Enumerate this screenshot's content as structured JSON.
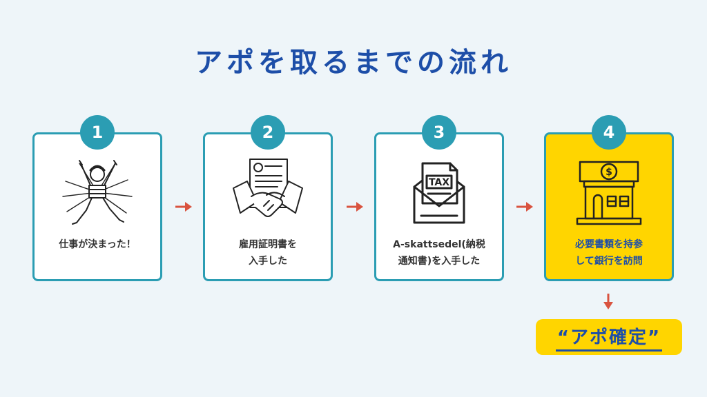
{
  "title": "アポを取るまでの流れ",
  "steps": [
    {
      "number": "1",
      "label": "仕事が決まった！",
      "icon": "jumping-person-icon"
    },
    {
      "number": "2",
      "label": "雇用証明書を\n入手した",
      "icon": "handshake-contract-icon"
    },
    {
      "number": "3",
      "label": "A-skattsedel(納税\n通知書)を入手した",
      "icon": "tax-envelope-icon"
    },
    {
      "number": "4",
      "label": "必要書類を持参\nして銀行を訪問",
      "icon": "bank-icon"
    }
  ],
  "result": "“アポ確定”",
  "colors": {
    "title": "#1d4ea8",
    "teal": "#2b9db3",
    "highlight": "#ffd500",
    "arrow": "#d9533f",
    "background": "#eef5f9"
  }
}
